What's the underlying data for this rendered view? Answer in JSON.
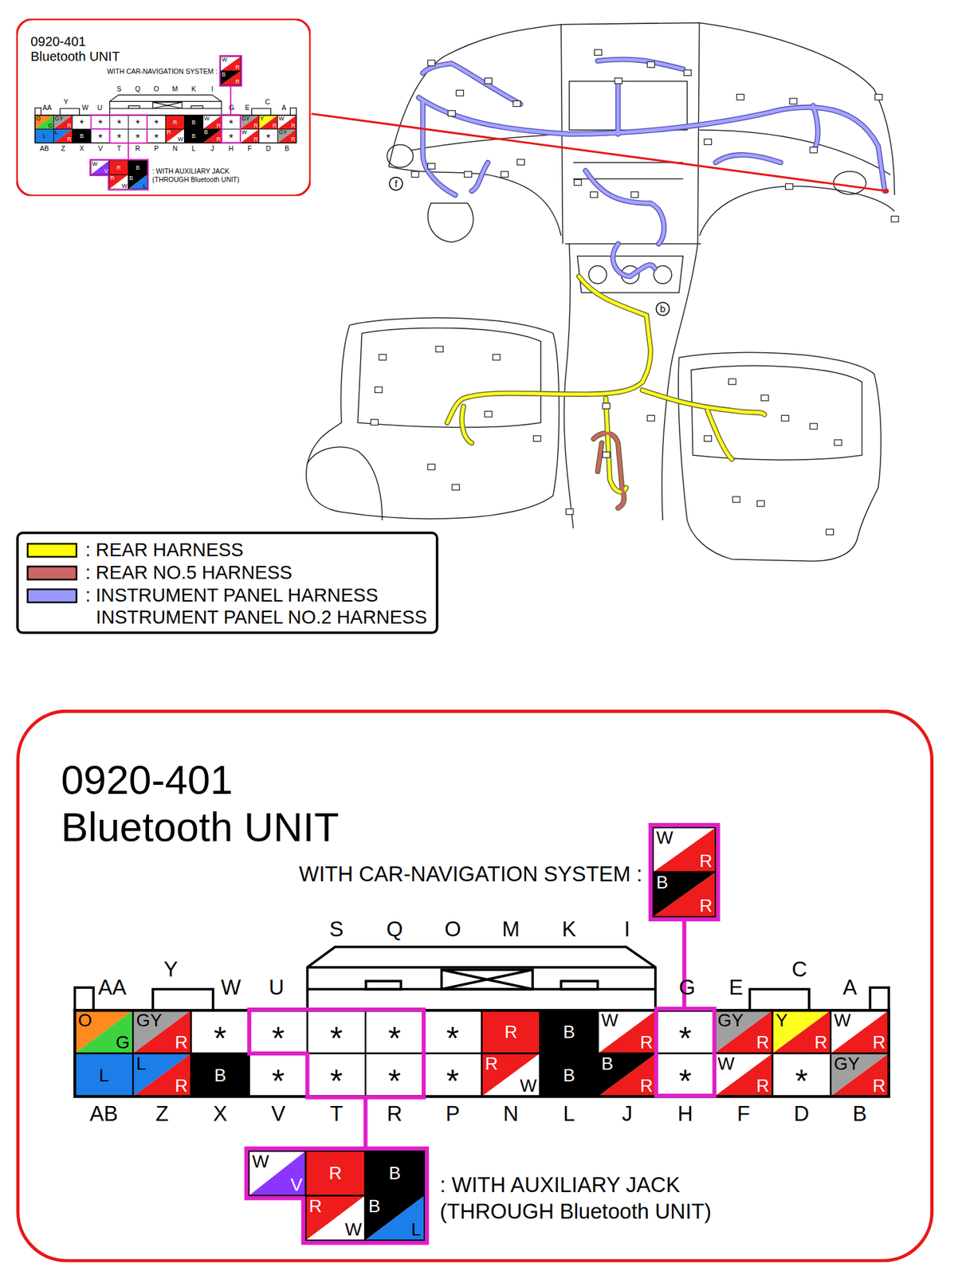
{
  "diagram": {
    "nodes": [
      {
        "text": [
          "0920-401",
          "Bluetooth UNIT"
        ]
      },
      {
        "text": [
          "0920-401",
          "Bluetooth UNIT"
        ]
      }
    ],
    "labels": [
      "WITH CAR-NAVIGATION SYSTEM :",
      "W",
      "R",
      "B",
      "R",
      "S",
      "Q",
      "O",
      "M",
      "K",
      "I",
      "AA",
      "Y",
      "W",
      "U",
      "G",
      "E",
      "C",
      "A",
      "O",
      "G",
      "GY",
      "R",
      "*",
      "*",
      "*",
      "*",
      "*",
      "R",
      "B",
      "W",
      "R",
      "*",
      "GY",
      "R",
      "Y",
      "R",
      "W",
      "R",
      "L",
      "L",
      "R",
      "B",
      "*",
      "*",
      "*",
      "*",
      "R",
      "W",
      "B",
      "B",
      "R",
      "*",
      "W",
      "R",
      "*",
      "GY",
      "R",
      "AB",
      "Z",
      "X",
      "V",
      "T",
      "R",
      "P",
      "N",
      "L",
      "J",
      "H",
      "F",
      "D",
      "B",
      "W",
      "V",
      "R",
      "B",
      "R",
      "W",
      "B",
      "L",
      ": WITH AUXILIARY JACK (THROUGH Bluetooth UNIT)",
      "f",
      "b",
      "WITH CAR-NAVIGATION SYSTEM :",
      "W",
      "R",
      "B",
      "R",
      "S",
      "Q",
      "O",
      "M",
      "K",
      "I",
      "AA",
      "Y",
      "W",
      "U",
      "G",
      "E",
      "C",
      "A",
      "O",
      "G",
      "GY",
      "R",
      "*",
      "*",
      "*",
      "*",
      "*",
      "R",
      "B",
      "W",
      "R",
      "*",
      "GY",
      "R",
      "Y",
      "R",
      "W",
      "R",
      "L",
      "L",
      "R",
      "B",
      "*",
      "*",
      "*",
      "*",
      "R",
      "W",
      "B",
      "B",
      "R",
      "*",
      "W",
      "R",
      "*",
      "GY",
      "R",
      "AB",
      "Z",
      "X",
      "V",
      "T",
      "R",
      "P",
      "N",
      "L",
      "J",
      "H",
      "F",
      "D",
      "B",
      "W",
      "V",
      "R",
      "B",
      "R",
      "W",
      "B",
      "L",
      ": WITH AUXILIARY JACK (THROUGH Bluetooth UNIT)"
    ],
    "legend": [
      {
        "text": ": REAR HARNESS",
        "color": "#ffff00"
      },
      {
        "text": ": REAR NO.5 HARNESS",
        "color": "#cc6666"
      },
      {
        "text": ": INSTRUMENT PANEL HARNESS INSTRUMENT PANEL NO.2 HARNESS",
        "color": "#9999ff"
      }
    ]
  }
}
